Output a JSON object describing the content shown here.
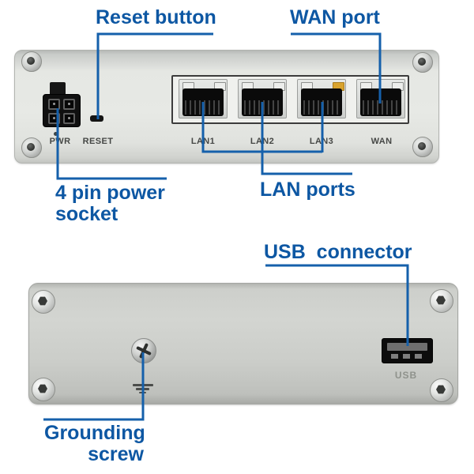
{
  "callouts": {
    "reset": {
      "label": "Reset button"
    },
    "wan": {
      "label": "WAN port"
    },
    "power": {
      "line1": "4 pin power",
      "line2": "socket"
    },
    "lan": {
      "label": "LAN ports"
    },
    "usb": {
      "label": "USB  connector"
    },
    "ground": {
      "line1": "Grounding",
      "line2": "screw"
    }
  },
  "front_panel": {
    "power_label": "PWR",
    "reset_label": "RESET",
    "port_labels": [
      "LAN1",
      "LAN2",
      "LAN3",
      "WAN"
    ]
  },
  "rear_panel": {
    "usb_label": "USB"
  },
  "colors": {
    "label_blue": "#0d57a3",
    "line_blue": "#1560ab",
    "amber_led": "#d9a32e",
    "front_panel_gray": "#e5e7e3",
    "rear_panel_gray": "#cdcfcb"
  }
}
